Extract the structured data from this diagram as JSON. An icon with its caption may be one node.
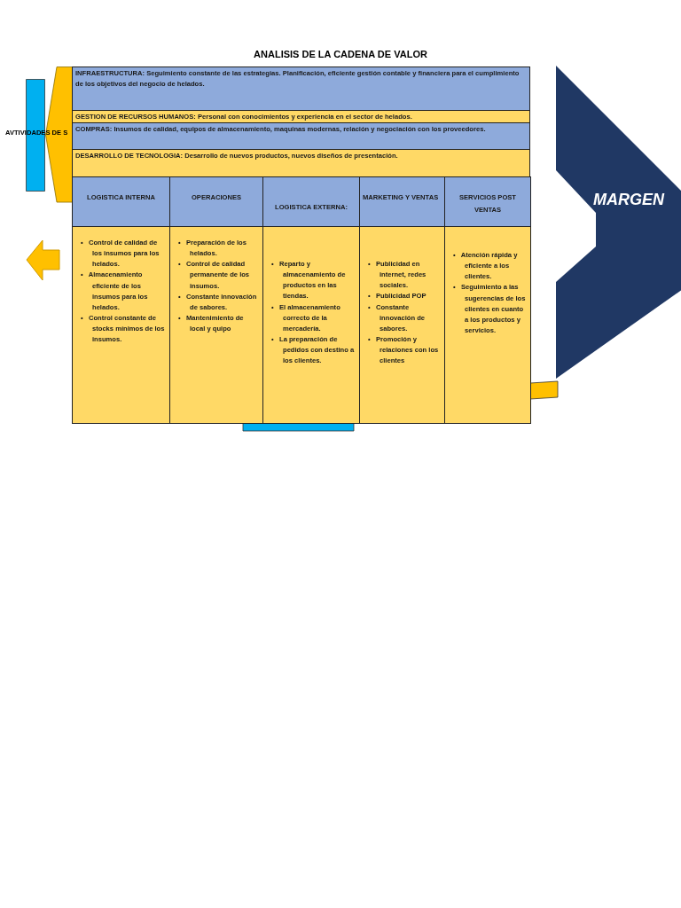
{
  "diagram": {
    "title": "ANALISIS DE LA CADENA DE VALOR",
    "nodes": [
      {
        "text": [
          "INFRAESTRUCTURA:  Seguimiento constante de las estrategias. Planificación, eficiente gestión contable y financiera para el cumplimiento de los objetivos del negocio de helados."
        ]
      },
      {
        "text": [
          "GESTION DE RECURSOS HUMANOS: Personal con conocimientos y experiencia en el sector de helados."
        ]
      },
      {
        "text": [
          "COMPRAS:   Insumos de calidad, equipos de almacenamiento, maquinas modernas, relación y negociación con los proveedores."
        ]
      },
      {
        "text": [
          "DESARROLLO DE TECNOLOGIA: Desarrollo de nuevos productos, nuevos diseños de presentación."
        ]
      },
      {
        "text": [
          "LOGISTICA INTERNA"
        ]
      },
      {
        "text": [
          "OPERACIONES"
        ]
      },
      {
        "text": [
          "LOGISTICA EXTERNA:"
        ]
      },
      {
        "text": [
          "MARKETING Y VENTAS"
        ]
      },
      {
        "text": [
          "SERVICIOS POST VENTAS"
        ]
      },
      {
        "text": [
          "•   Control de calidad de los insumos para los helados.",
          "•   Almacenamiento eficiente de los insumos para los helados.",
          "•   Control constante de stocks mínimos de los insumos."
        ]
      },
      {
        "text": [
          "•   Preparación de los helados.",
          "•   Control de calidad permanente de los insumos.",
          "•   Constante innovación de sabores.",
          "•   Mantenimiento de local y quipo"
        ]
      },
      {
        "text": [
          "•   Reparto y almacenamiento de productos en las tiendas.",
          "•   El almacenamiento correcto de la mercadería.",
          "•   La preparación de pedidos con destino a los clientes."
        ]
      },
      {
        "text": [
          "•   Publicidad en internet, redes sociales.",
          "•   Publicidad POP",
          "•   Constante innovación de sabores.",
          "•   Promoción y relaciones con los clientes"
        ]
      },
      {
        "text": [
          "•   Atención rápida y eficiente a los clientes.",
          "•   Seguimiento a las sugerencias de los clientes en cuanto a los productos y servicios."
        ]
      },
      {
        "text": [
          "MARGEN"
        ]
      },
      {
        "text": [],
        "shape": "bar"
      },
      {
        "text": [],
        "shape": "chevron"
      }
    ],
    "labels": [
      "AVTIVIDADES DE S"
    ]
  }
}
